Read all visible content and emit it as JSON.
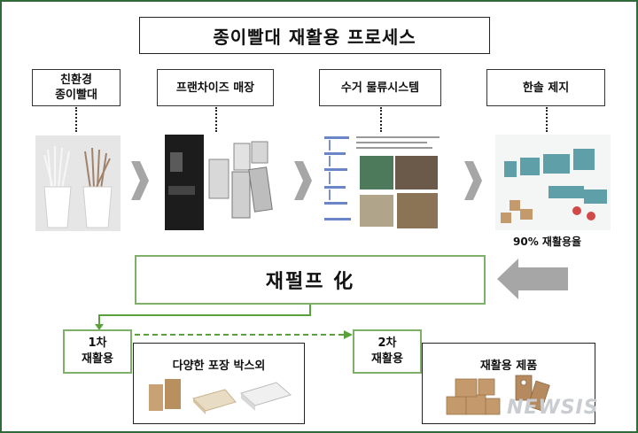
{
  "title": "종이빨대 재활용 프로세스",
  "steps": [
    {
      "label_line1": "친환경",
      "label_line2": "종이빨대"
    },
    {
      "label": "프랜차이즈 매장"
    },
    {
      "label": "수거 물류시스템"
    },
    {
      "label": "한솔 제지"
    }
  ],
  "recycle_rate": "90% 재활용율",
  "pulp": "재펄프 化",
  "primary": {
    "label_line1": "1차",
    "label_line2": "재활용",
    "panel_title": "다양한 포장 박스외"
  },
  "secondary": {
    "label_line1": "2차",
    "label_line2": "재활용",
    "panel_title": "재활용 제품"
  },
  "watermark": "NEWSIS",
  "colors": {
    "frame": "#2f6b3a",
    "accent_green": "#7fb069",
    "chevron": "#a6a6a6"
  }
}
